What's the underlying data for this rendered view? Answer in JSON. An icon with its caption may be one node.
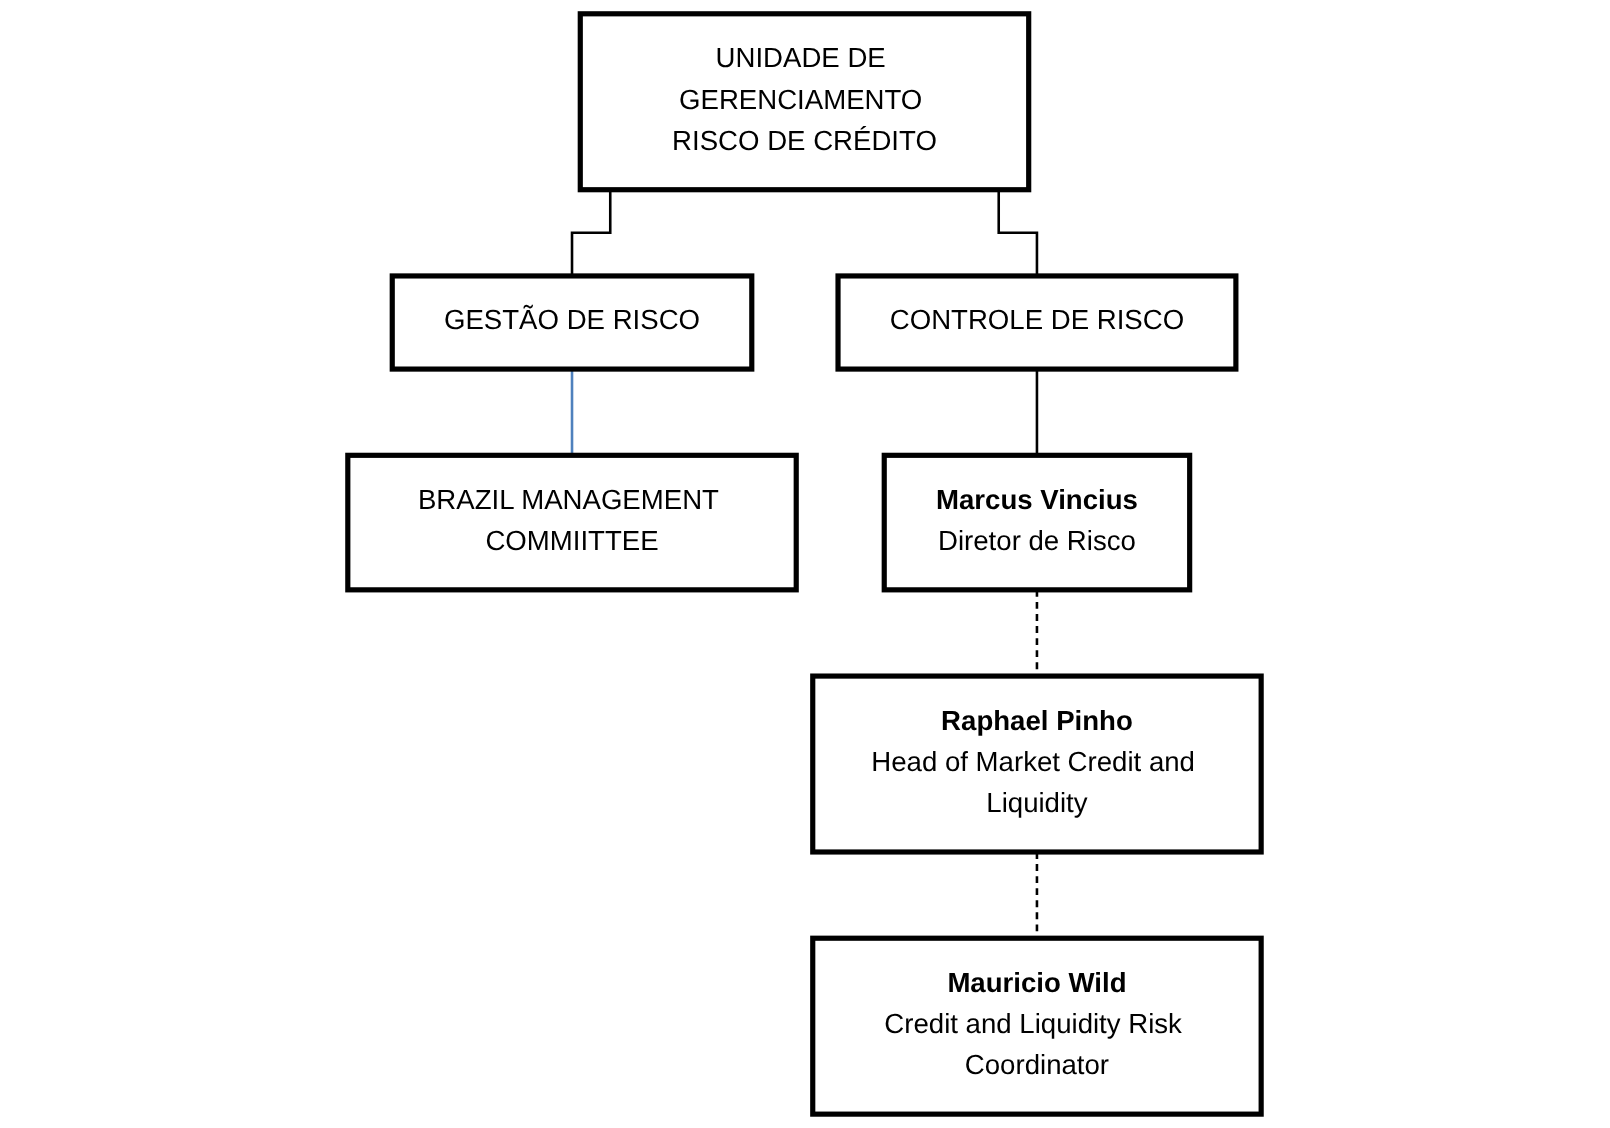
{
  "diagram": {
    "nodes": [
      {
        "text": [
          "UNIDADE DE GERENCIAMENTO RISCO DE CRÉDITO"
        ]
      },
      {
        "text": [
          "GESTÃO DE RISCO"
        ]
      },
      {
        "text": [
          "CONTROLE DE RISCO"
        ]
      },
      {
        "text": [
          "BRAZIL MANAGEMENT COMMIITTEE"
        ]
      },
      {
        "text": [
          "Marcus Vincius",
          "Diretor de Risco"
        ]
      },
      {
        "text": [
          "Raphael Pinho",
          "Head of Market Credit and Liquidity"
        ]
      },
      {
        "text": [
          "Mauricio Wild",
          "Credit and Liquidity Risk Coordinator"
        ]
      }
    ],
    "edges": [
      {
        "from": 0,
        "to": 1,
        "arrow": "none"
      },
      {
        "from": 0,
        "to": 2,
        "arrow": "none"
      },
      {
        "from": 1,
        "to": 3,
        "arrow": "none",
        "color": "#4f81bd"
      },
      {
        "from": 2,
        "to": 4,
        "arrow": "none"
      },
      {
        "from": 4,
        "to": 5,
        "arrow": "none",
        "style": "dashed"
      },
      {
        "from": 5,
        "to": 6,
        "arrow": "none",
        "style": "dashed"
      }
    ]
  }
}
